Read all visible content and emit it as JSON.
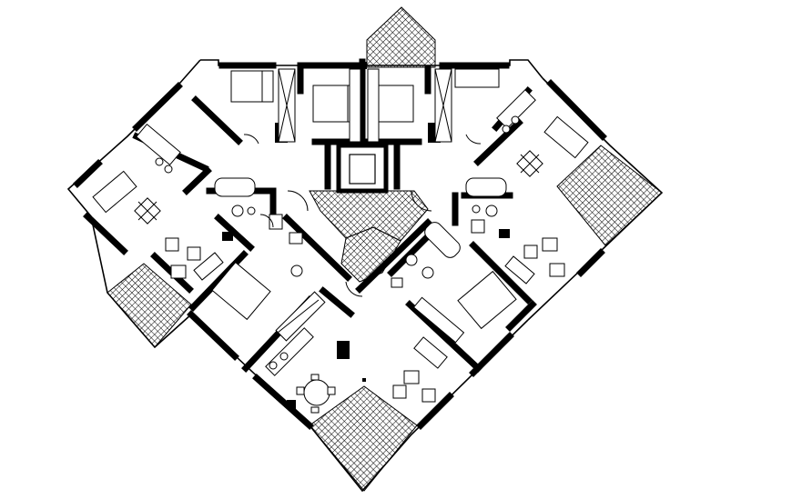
{
  "drawing": {
    "kind": "apartment floor plan",
    "colors": {
      "ink": "#000000",
      "paper": "#ffffff"
    },
    "elements": [
      "balcony-north",
      "balcony-east",
      "balcony-west",
      "balcony-south",
      "elevator-shaft",
      "stair-landing",
      "kitchen",
      "bedroom",
      "bathroom",
      "living-room",
      "dining-table"
    ]
  }
}
